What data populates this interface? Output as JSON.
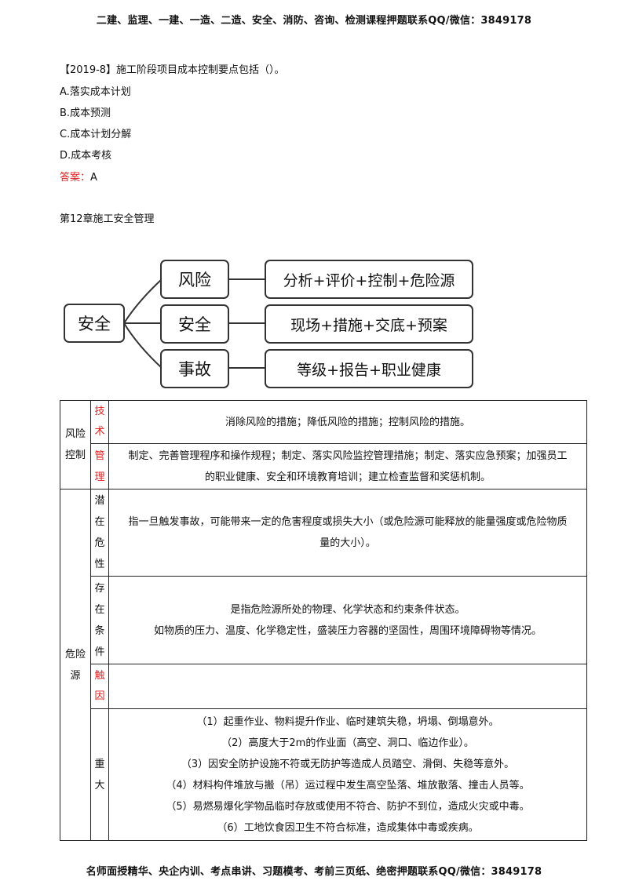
{
  "header": "二建、监理、一建、一造、二造、安全、消防、咨询、检测课程押题联系QQ/微信：3849178",
  "footer": "名师面授精华、央企内训、考点串讲、习题模考、考前三页纸、绝密押题联系QQ/微信：3849178",
  "question": {
    "stem": "【2019-8】施工阶段项目成本控制要点包括（）。",
    "options": [
      "A.落实成本计划",
      "B.成本预测",
      "C.成本计划分解",
      "D.成本考核"
    ],
    "answer_label": "答案：",
    "answer_value": "A"
  },
  "chapter_title": "第12章施工安全管理",
  "diagram": {
    "root": "安全",
    "branches": [
      {
        "label": "风险",
        "detail": "分析+评价+控制+危险源"
      },
      {
        "label": "安全",
        "detail": "现场+措施+交底+预案"
      },
      {
        "label": "事故",
        "detail": "等级+报告+职业健康"
      }
    ]
  },
  "table": {
    "risk_control": {
      "label": [
        "风险",
        "控制"
      ],
      "tech_label": [
        "技",
        "术"
      ],
      "tech_text": "消除风险的措施；降低风险的措施；控制风险的措施。",
      "mgmt_label": [
        "管",
        "理"
      ],
      "mgmt_text": [
        "制定、完善管理程序和操作规程；制定、落实风险监控管理措施；制定、落实应急预案；加强员工",
        "的职业健康、安全和环境教育培训；建立检查监督和奖惩机制。"
      ]
    },
    "hazard": {
      "label": [
        "危险",
        "源"
      ],
      "potential_label": [
        "潜",
        "在",
        "危",
        "性"
      ],
      "potential_text": [
        "指一旦触发事故，可能带来一定的危害程度或损失大小（或危险源可能释放的能量强度或危险物质",
        "量的大小）。"
      ],
      "condition_label": [
        "存",
        "在",
        "条",
        "件"
      ],
      "condition_text": [
        "是指危险源所处的物理、化学状态和约束条件状态。",
        "如物质的压力、温度、化学稳定性，盛装压力容器的坚固性，周围环境障碍物等情况。"
      ],
      "trigger_label": [
        "触",
        "因"
      ],
      "major_label": [
        "重",
        "大"
      ],
      "major_items": [
        "（1）起重作业、物料提升作业、临时建筑失稳，坍塌、倒塌意外。",
        "（2）高度大于2m的作业面（高空、洞口、临边作业）。",
        "（3）因安全防护设施不符或无防护等造成人员踏空、滑倒、失稳等意外。",
        "（4）材料构件堆放与搬（吊）运过程中发生高空坠落、堆放散落、撞击人员等。",
        "（5）易燃易爆化学物品临时存放或使用不符合、防护不到位，造成火灾或中毒。",
        "（6）工地饮食因卫生不符合标准，造成集体中毒或疾病。"
      ]
    }
  },
  "colors": {
    "answer": "#e02020",
    "label_red": "#e02020"
  }
}
